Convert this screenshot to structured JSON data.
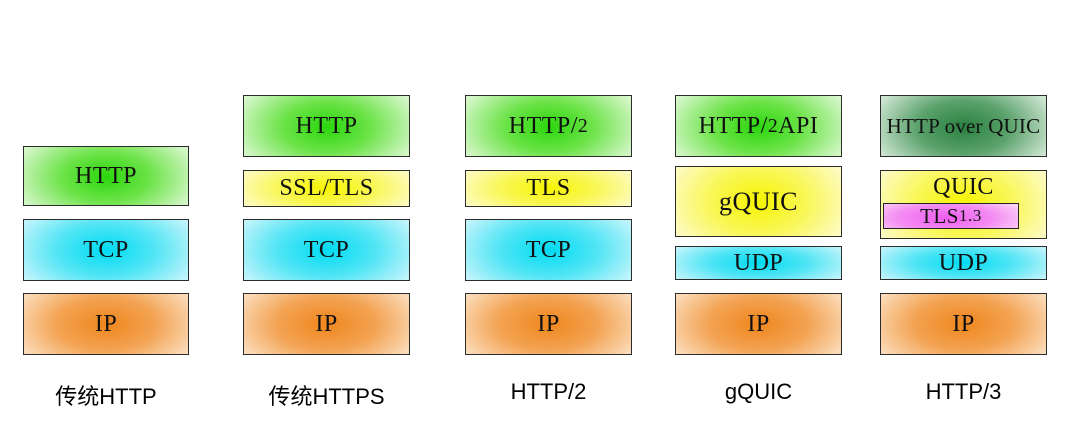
{
  "palette": {
    "green": "#2bd60d",
    "dark_green": "#2a8140",
    "yellow": "#f6f400",
    "cyan": "#00dbf2",
    "orange": "#ef861d",
    "magenta": "#ef5cf0",
    "border": "#2b2b2b",
    "text": "#101010",
    "background": "#ffffff"
  },
  "stacks": [
    {
      "caption": "传统HTTP",
      "layers": [
        {
          "label": "HTTP",
          "color": "green"
        },
        {
          "label": "TCP",
          "color": "cyan"
        },
        {
          "label": "IP",
          "color": "orange"
        }
      ]
    },
    {
      "caption": "传统HTTPS",
      "layers": [
        {
          "label": "HTTP",
          "color": "green"
        },
        {
          "label": "SSL/TLS",
          "color": "yellow"
        },
        {
          "label": "TCP",
          "color": "cyan"
        },
        {
          "label": "IP",
          "color": "orange"
        }
      ]
    },
    {
      "caption": "HTTP/2",
      "layers": [
        {
          "label": "HTTP/2",
          "color": "green"
        },
        {
          "label": "TLS",
          "color": "yellow"
        },
        {
          "label": "TCP",
          "color": "cyan"
        },
        {
          "label": "IP",
          "color": "orange"
        }
      ]
    },
    {
      "caption": "gQUIC",
      "layers": [
        {
          "label": "HTTP/2 API",
          "color": "green"
        },
        {
          "label": "gQUIC",
          "color": "yellow"
        },
        {
          "label": "UDP",
          "color": "cyan"
        },
        {
          "label": "IP",
          "color": "orange"
        }
      ]
    },
    {
      "caption": "HTTP/3",
      "layers": [
        {
          "label": "HTTP over QUIC",
          "color": "dark_green"
        },
        {
          "label": "QUIC",
          "color": "yellow",
          "sublayer": {
            "label": "TLS 1.3",
            "color": "magenta"
          }
        },
        {
          "label": "UDP",
          "color": "cyan"
        },
        {
          "label": "IP",
          "color": "orange"
        }
      ]
    }
  ]
}
